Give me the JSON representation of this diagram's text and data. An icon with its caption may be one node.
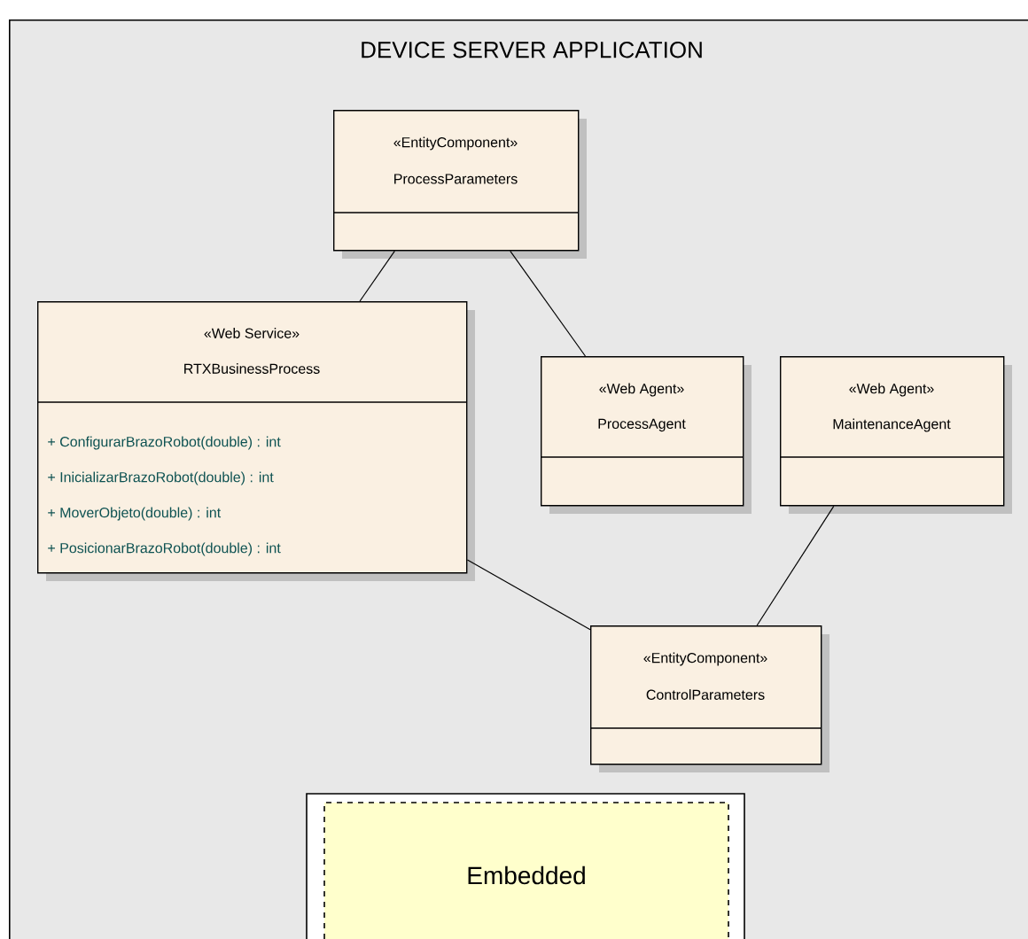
{
  "diagram": {
    "nodes": [
      {
        "text": [
          "DEVICE SERVER APPLICATION"
        ]
      },
      {
        "text": [
          "«EntityComponent»",
          "ProcessParameters"
        ],
        "in": 0
      },
      {
        "text": [
          "«Web Service»",
          "RTXBusinessProcess",
          "+ ConfigurarBrazoRobot(double) : int",
          "+ InicializarBrazoRobot(double) : int",
          "+ MoverObjeto(double) : int",
          "+ PosicionarBrazoRobot(double) : int"
        ],
        "in": 0
      },
      {
        "text": [
          "«Web Agent»",
          "ProcessAgent"
        ],
        "in": 0
      },
      {
        "text": [
          "«Web Agent»",
          "MaintenanceAgent"
        ],
        "in": 0
      },
      {
        "text": [
          "«EntityComponent»",
          "ControlParameters"
        ],
        "in": 0
      },
      {
        "text": [
          "Embedded"
        ],
        "in": 0
      }
    ],
    "edges": [
      {
        "from": 1,
        "to": 2,
        "arrow": "none"
      },
      {
        "from": 1,
        "to": 3,
        "arrow": "none"
      },
      {
        "from": 2,
        "to": 5,
        "arrow": "none"
      },
      {
        "from": 4,
        "to": 5,
        "arrow": "none"
      }
    ]
  }
}
